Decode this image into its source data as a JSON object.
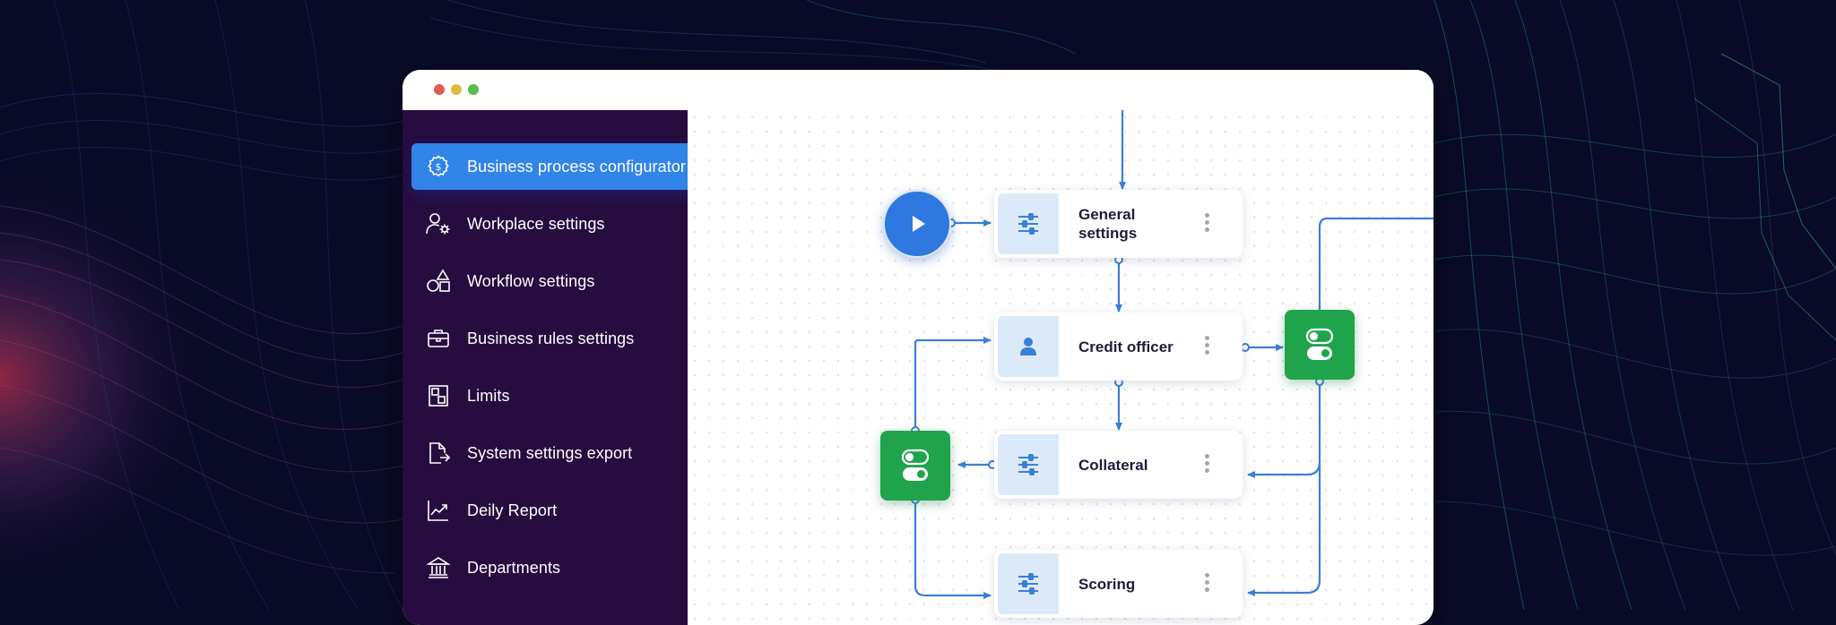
{
  "window": {
    "controls": [
      "close",
      "minimize",
      "maximize"
    ]
  },
  "sidebar": {
    "items": [
      {
        "label": "Business process configurator",
        "icon": "dollar-gear-icon",
        "active": true
      },
      {
        "label": "Workplace settings",
        "icon": "user-gear-icon",
        "active": false
      },
      {
        "label": "Workflow settings",
        "icon": "shapes-icon",
        "active": false
      },
      {
        "label": "Business rules settings",
        "icon": "briefcase-icon",
        "active": false
      },
      {
        "label": "Limits",
        "icon": "layout-icon",
        "active": false
      },
      {
        "label": "System settings export",
        "icon": "file-export-icon",
        "active": false
      },
      {
        "label": "Deily Report",
        "icon": "chart-trend-icon",
        "active": false
      },
      {
        "label": "Departments",
        "icon": "bank-icon",
        "active": false
      }
    ]
  },
  "flow": {
    "start": {
      "icon": "play-icon"
    },
    "nodes": [
      {
        "label": "General settings",
        "icon": "sliders-icon"
      },
      {
        "label": "Credit officer",
        "icon": "person-icon"
      },
      {
        "label": "Collateral",
        "icon": "sliders-icon"
      },
      {
        "label": "Scoring",
        "icon": "sliders-icon"
      }
    ],
    "gateways": [
      {
        "icon": "toggle-gateway-icon"
      },
      {
        "icon": "toggle-gateway-icon"
      }
    ]
  },
  "colors": {
    "accent": "#3184e8",
    "sidebar": "#270c40",
    "gateway": "#1fa44c",
    "connector": "#3a7fd6",
    "background": "#0a0b26"
  }
}
